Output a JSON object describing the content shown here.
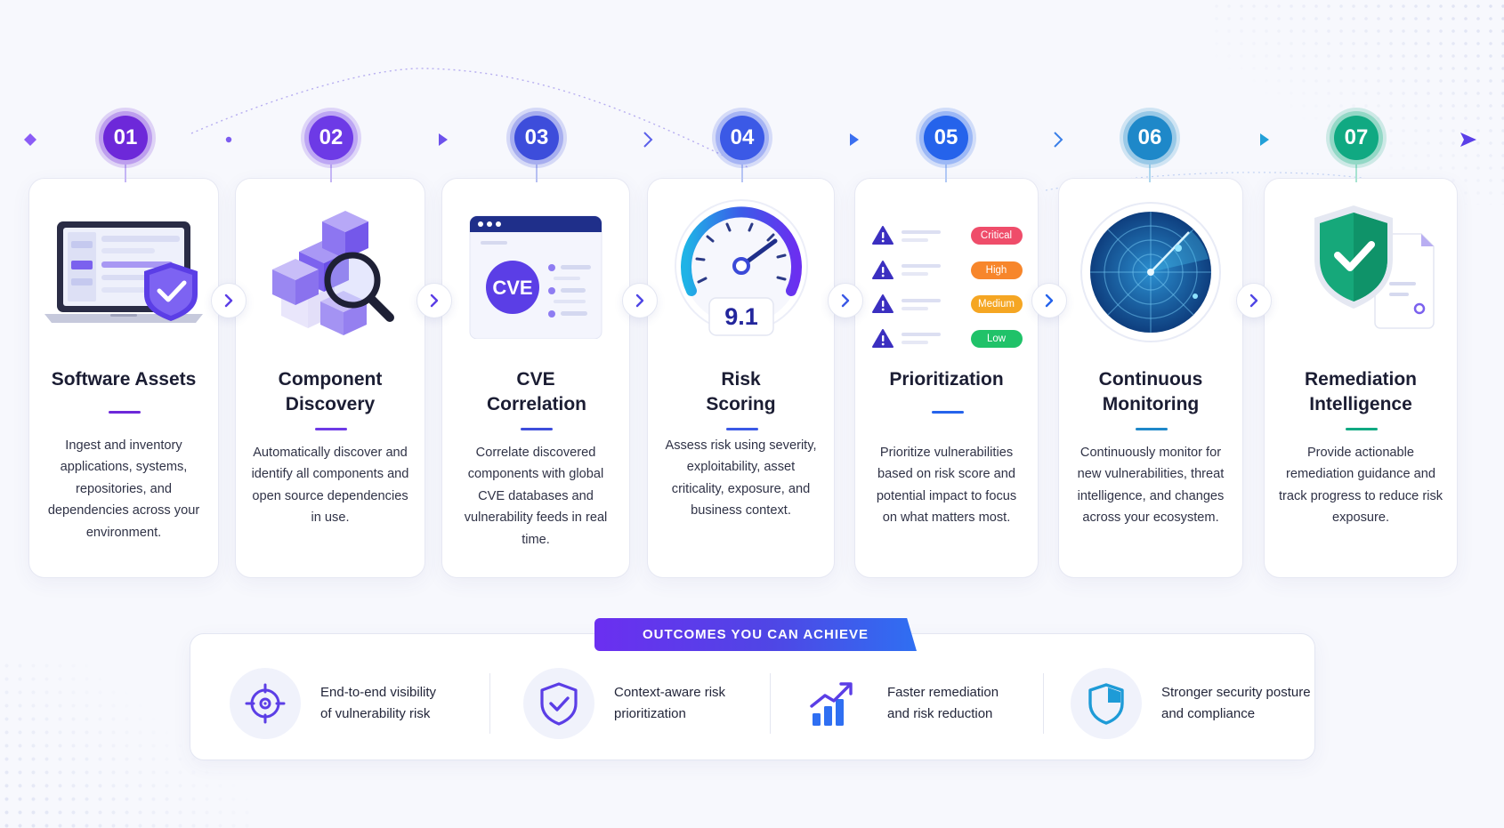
{
  "steps": [
    {
      "number": "01",
      "title": "Software Assets",
      "description": "Ingest and inventory applications, systems, repositories, and dependencies across your environment.",
      "color": "#6d28d9",
      "icon": "laptop-shield-icon"
    },
    {
      "number": "02",
      "title": "Component Discovery",
      "description": "Automatically discover and identify all components and open source dependencies in use.",
      "color": "#6d3ae6",
      "icon": "cubes-magnifier-icon"
    },
    {
      "number": "03",
      "title": "CVE Correlation",
      "description": "Correlate discovered components with global CVE databases and vulnerability feeds in real time.",
      "color": "#3d4ddb",
      "icon": "cve-window-icon"
    },
    {
      "number": "04",
      "title": "Risk Scoring",
      "description": "Assess risk using severity, exploitability, asset criticality, exposure, and business context.",
      "color": "#3b59e6",
      "icon": "risk-gauge-icon"
    },
    {
      "number": "05",
      "title": "Prioritization",
      "description": "Prioritize vulnerabilities based on risk score and potential impact to focus on what matters most.",
      "color": "#2563eb",
      "icon": "priority-list-icon"
    },
    {
      "number": "06",
      "title": "Continuous Monitoring",
      "description": "Continuously monitor for new vulnerabilities, threat intelligence, and changes across your ecosystem.",
      "color": "#1e88c9",
      "icon": "radar-icon"
    },
    {
      "number": "07",
      "title": "Remediation Intelligence",
      "description": "Provide actionable remediation guidance and track progress to reduce risk exposure.",
      "color": "#10a982",
      "icon": "shield-check-document-icon"
    }
  ],
  "gauge": {
    "score": "9.1"
  },
  "priorities": [
    {
      "label": "Critical",
      "color": "#ef4d6a"
    },
    {
      "label": "High",
      "color": "#f7862b"
    },
    {
      "label": "Medium",
      "color": "#f5a623"
    },
    {
      "label": "Low",
      "color": "#20c269"
    }
  ],
  "cve_badge": "CVE",
  "outcomes": {
    "label": "OUTCOMES YOU CAN ACHIEVE",
    "items": [
      {
        "text": "End-to-end visibility\nof vulnerability risk",
        "icon": "target-icon"
      },
      {
        "text": "Context-aware risk\nprioritization",
        "icon": "shield-check-icon"
      },
      {
        "text": "Faster remediation\nand risk reduction",
        "icon": "bar-chart-growth-icon"
      },
      {
        "text": "Stronger security posture\nand compliance",
        "icon": "shield-segment-icon"
      }
    ]
  }
}
